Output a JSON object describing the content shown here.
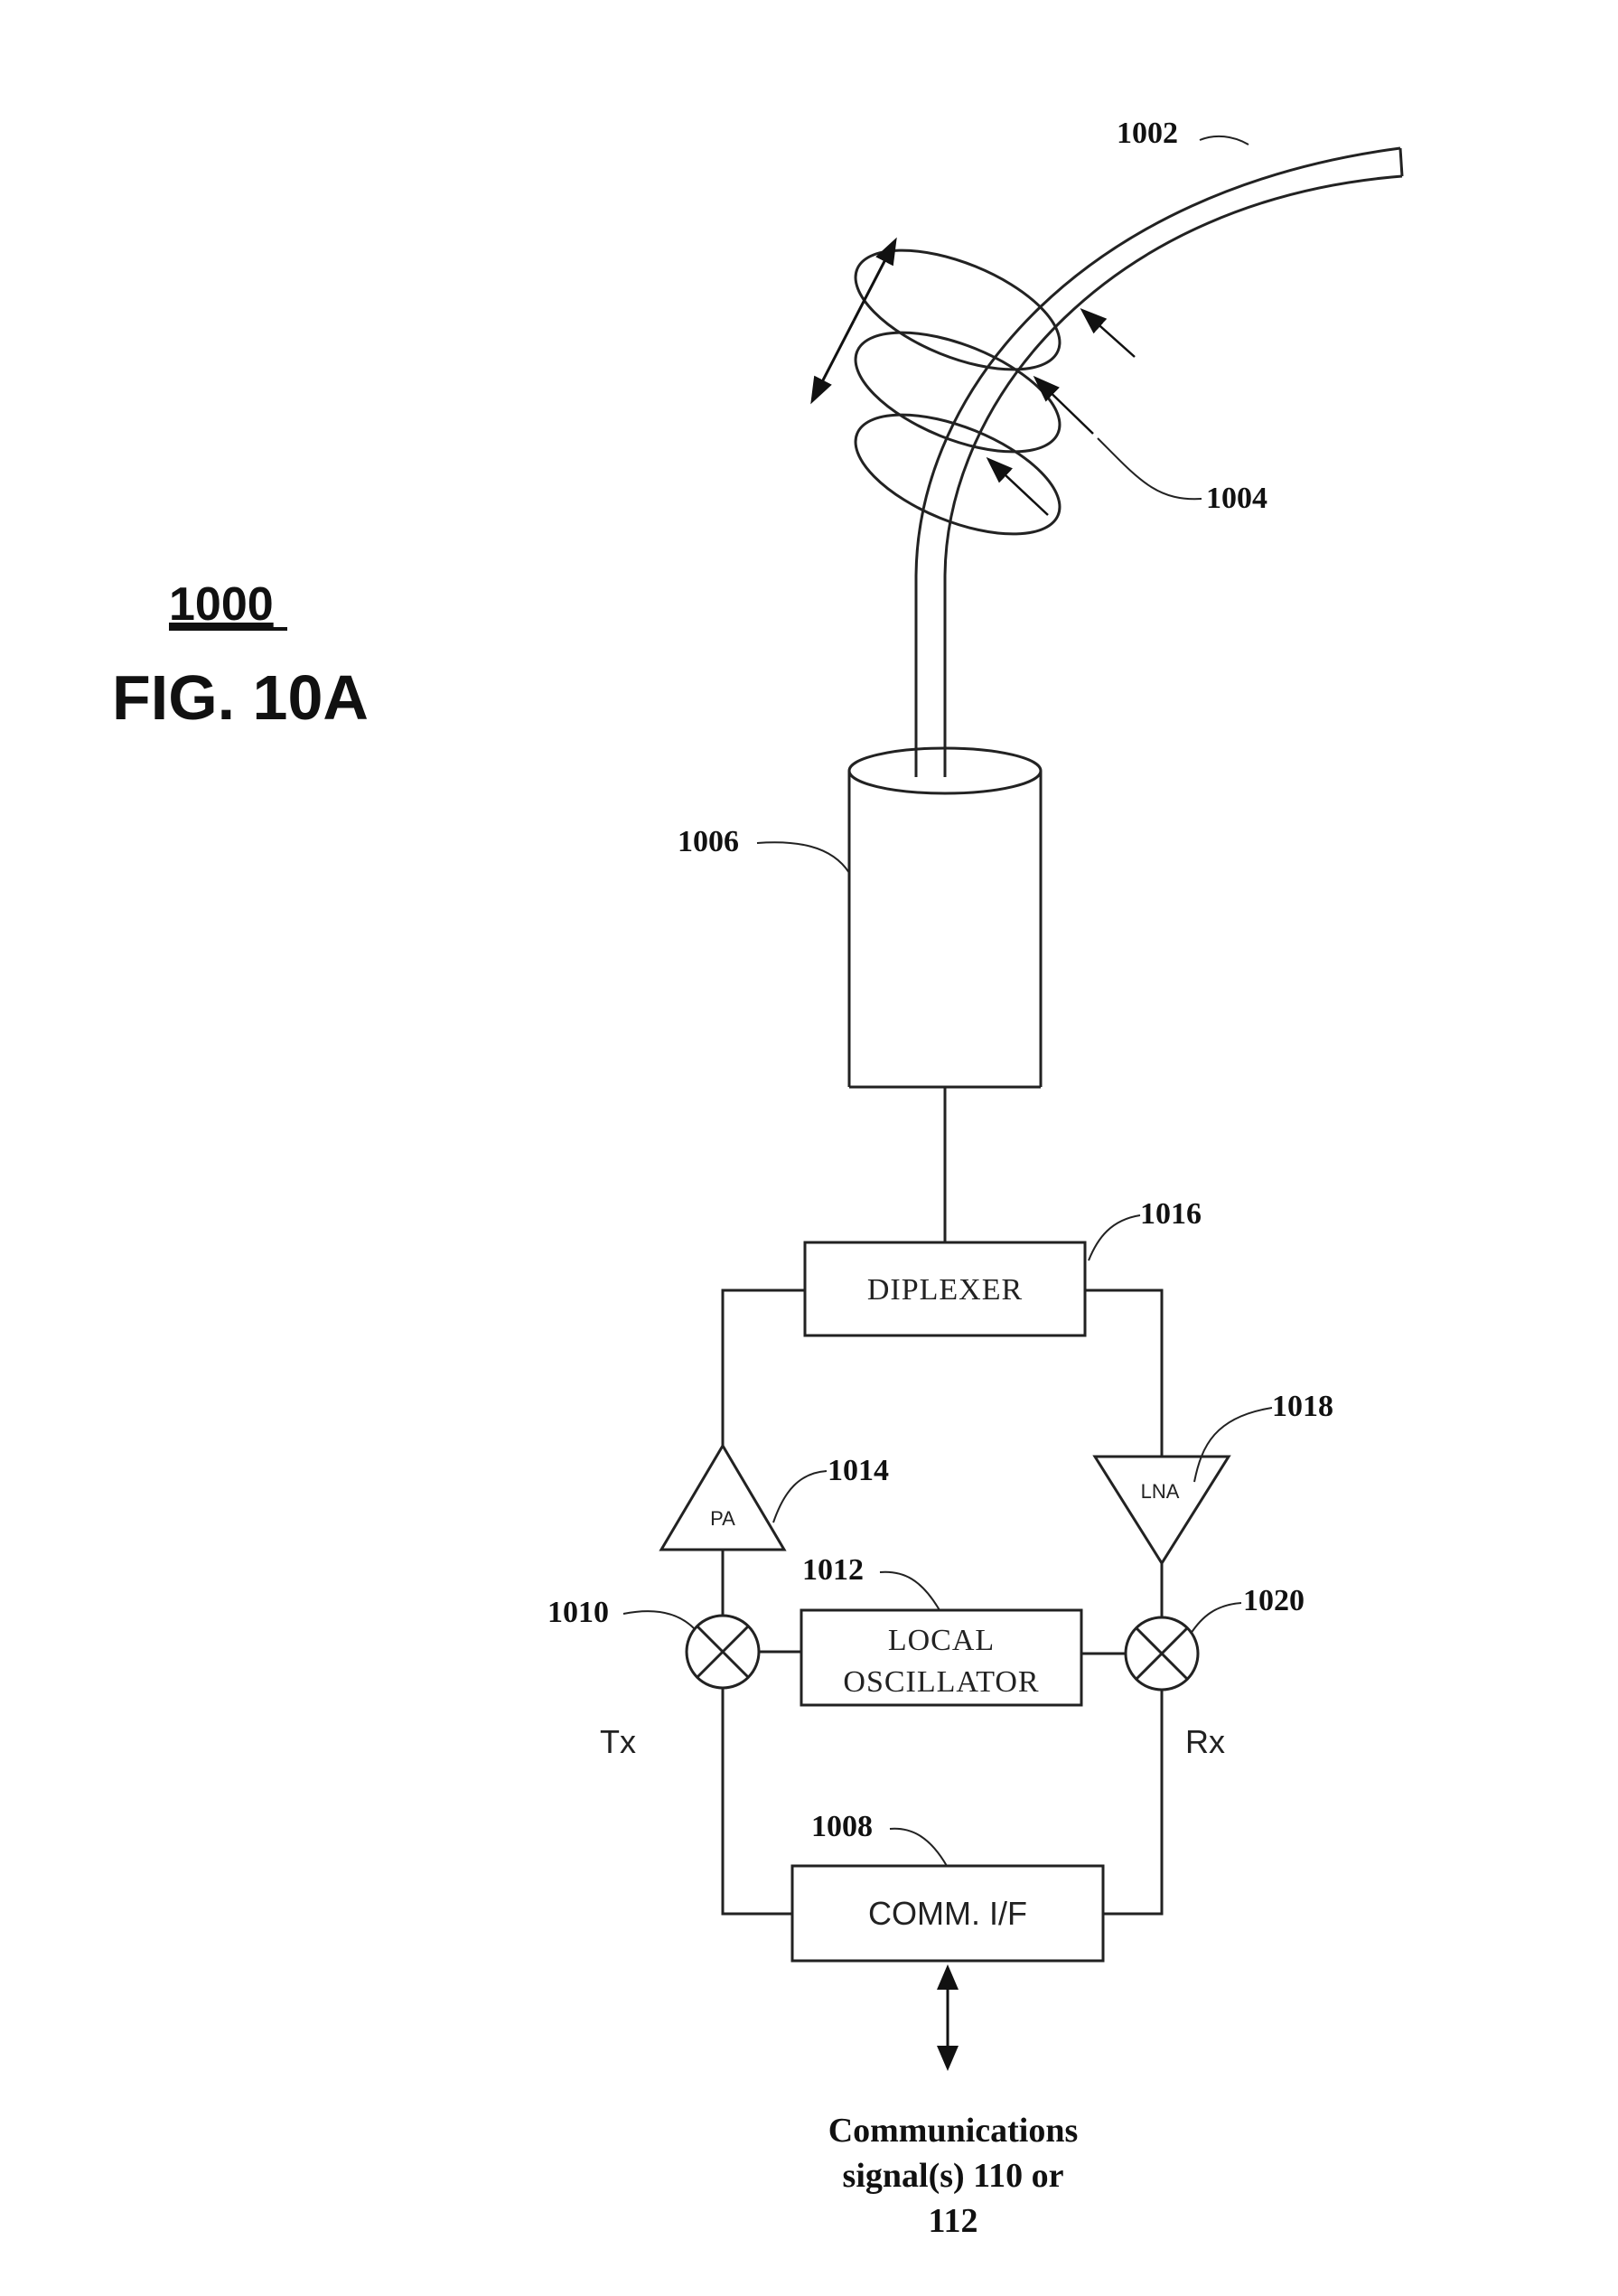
{
  "figure": {
    "number": "1000",
    "title": "FIG. 10A"
  },
  "labels": {
    "ref_1002": "1002",
    "ref_1004": "1004",
    "ref_1006": "1006",
    "ref_1008": "1008",
    "ref_1010": "1010",
    "ref_1012": "1012",
    "ref_1014": "1014",
    "ref_1016": "1016",
    "ref_1018": "1018",
    "ref_1020": "1020"
  },
  "blocks": {
    "diplexer": "DIPLEXER",
    "local_oscillator_line1": "LOCAL",
    "local_oscillator_line2": "OSCILLATOR",
    "comm_if": "COMM. I/F",
    "pa": "PA",
    "lna": "LNA"
  },
  "paths": {
    "tx": "Tx",
    "rx": "Rx"
  },
  "signal": {
    "line1": "Communications",
    "line2": "signal(s) 110 or",
    "line3": "112"
  }
}
